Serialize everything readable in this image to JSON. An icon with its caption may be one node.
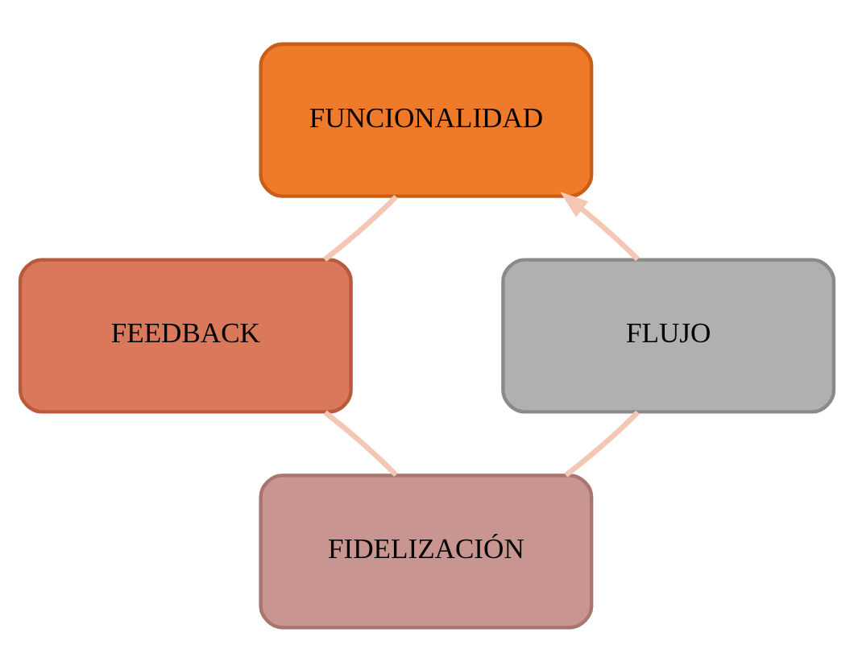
{
  "diagram": {
    "nodes": [
      {
        "text": [
          "FUNCIONALIDAD"
        ]
      },
      {
        "text": [
          "FEEDBACK"
        ]
      },
      {
        "text": [
          "FIDELIZACIÓN"
        ]
      },
      {
        "text": [
          "FLUJO"
        ]
      }
    ],
    "edges": [
      {
        "from": 0,
        "to": 1,
        "arrow": "none"
      },
      {
        "from": 1,
        "to": 2,
        "arrow": "none"
      },
      {
        "from": 2,
        "to": 3,
        "arrow": "none"
      },
      {
        "from": 3,
        "to": 0,
        "arrow": "to"
      }
    ]
  }
}
